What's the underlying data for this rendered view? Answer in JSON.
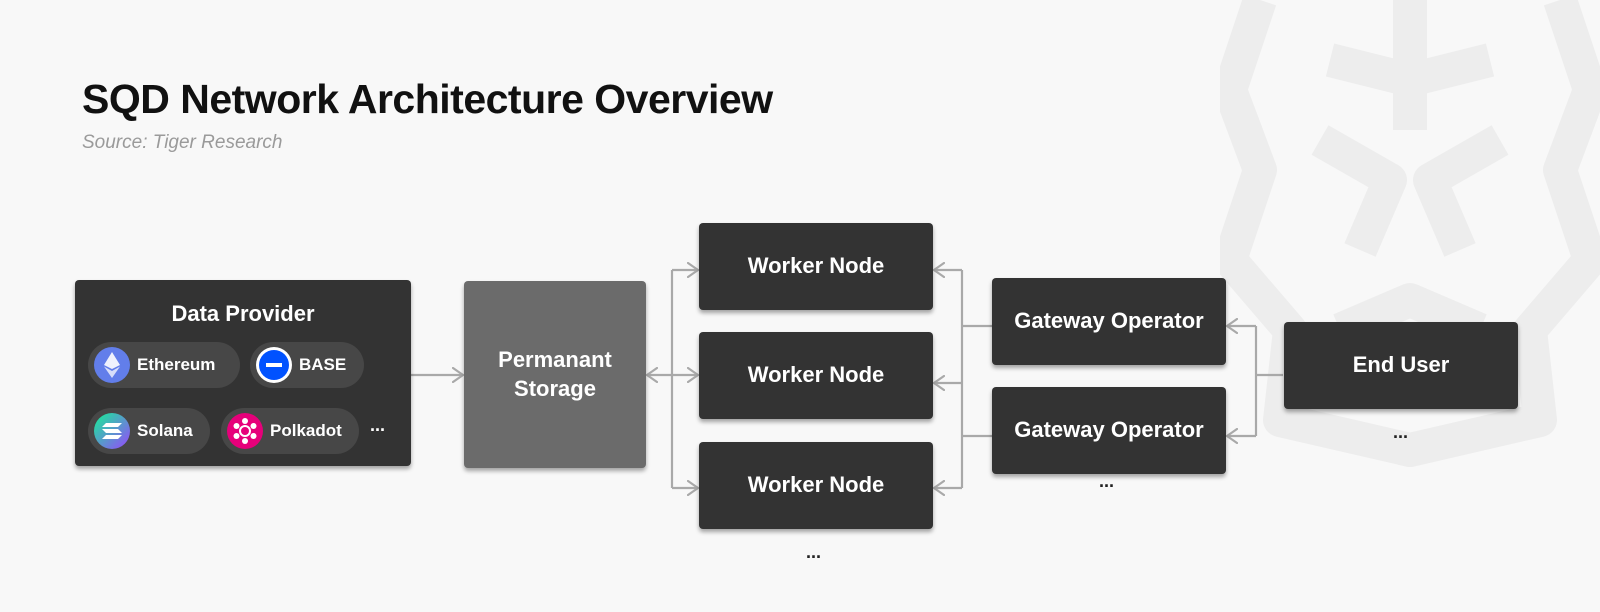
{
  "title": "SQD Network Architecture Overview",
  "source": "Source: Tiger Research",
  "data_provider": {
    "title": "Data Provider",
    "chains": [
      {
        "label": "Ethereum",
        "icon": "ethereum-icon",
        "color": "#627eea"
      },
      {
        "label": "BASE",
        "icon": "base-icon",
        "color": "#0052ff"
      },
      {
        "label": "Solana",
        "icon": "solana-icon",
        "color": "#9945ff"
      },
      {
        "label": "Polkadot",
        "icon": "polkadot-icon",
        "color": "#e6007a"
      }
    ],
    "more": "..."
  },
  "storage": {
    "label": "Permanant Storage"
  },
  "workers": [
    {
      "label": "Worker Node"
    },
    {
      "label": "Worker Node"
    },
    {
      "label": "Worker Node"
    }
  ],
  "workers_more": "...",
  "gateways": [
    {
      "label": "Gateway Operator"
    },
    {
      "label": "Gateway Operator"
    }
  ],
  "gateways_more": "...",
  "end_user": {
    "label": "End User"
  },
  "end_user_more": "...",
  "colors": {
    "background": "#f8f8f8",
    "box": "#333333",
    "storage": "#6b6b6b",
    "chip": "#474747",
    "connector": "#a9a9a9"
  }
}
